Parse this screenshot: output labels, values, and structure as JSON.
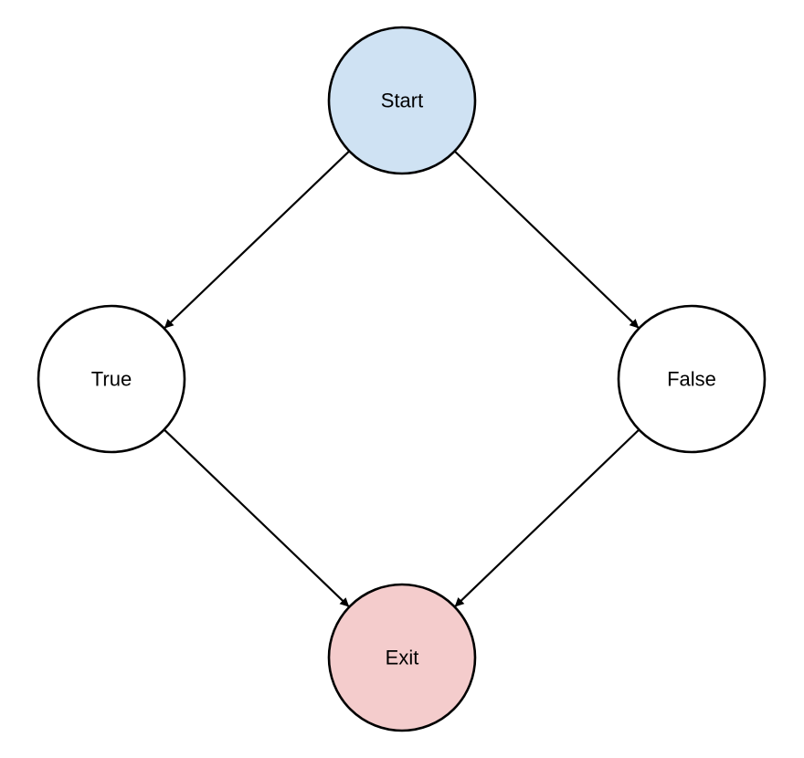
{
  "diagram": {
    "nodes": [
      {
        "id": "start",
        "label": "Start",
        "fill": "#cfe2f3"
      },
      {
        "id": "true",
        "label": "True",
        "fill": "#ffffff"
      },
      {
        "id": "false",
        "label": "False",
        "fill": "#ffffff"
      },
      {
        "id": "exit",
        "label": "Exit",
        "fill": "#f4cccc"
      }
    ],
    "edges": [
      {
        "from": "start",
        "to": "true"
      },
      {
        "from": "start",
        "to": "false"
      },
      {
        "from": "true",
        "to": "exit"
      },
      {
        "from": "false",
        "to": "exit"
      }
    ]
  }
}
